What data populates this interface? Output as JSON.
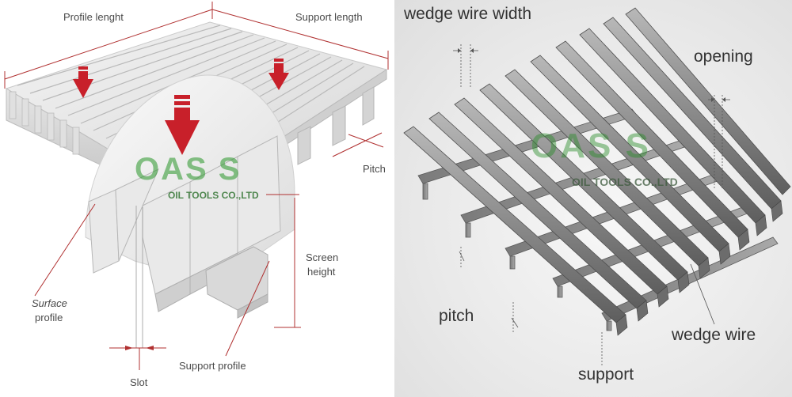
{
  "left_diagram": {
    "labels": {
      "profile_length": "Profile lenght",
      "support_length": "Support length",
      "pitch": "Pitch",
      "screen_height_line1": "Screen",
      "screen_height_line2": "height",
      "surface_profile_line1": "Surface",
      "surface_profile_line2": "profile",
      "support_profile": "Support profile",
      "slot": "Slot"
    },
    "watermark": {
      "logo": "OAS S",
      "company": "OIL TOOLS CO.,LTD"
    },
    "arrow_color": "#c8202a",
    "dimension_line_color": "#b03030"
  },
  "right_diagram": {
    "labels": {
      "wedge_wire_width": "wedge wire width",
      "opening": "opening",
      "pitch": "pitch",
      "wedge_wire": "wedge wire",
      "support": "support"
    },
    "watermark": {
      "logo": "OAS S",
      "company": "OIL TOOLS CO.,LTD"
    },
    "metal_color": "#8a8a8a"
  }
}
